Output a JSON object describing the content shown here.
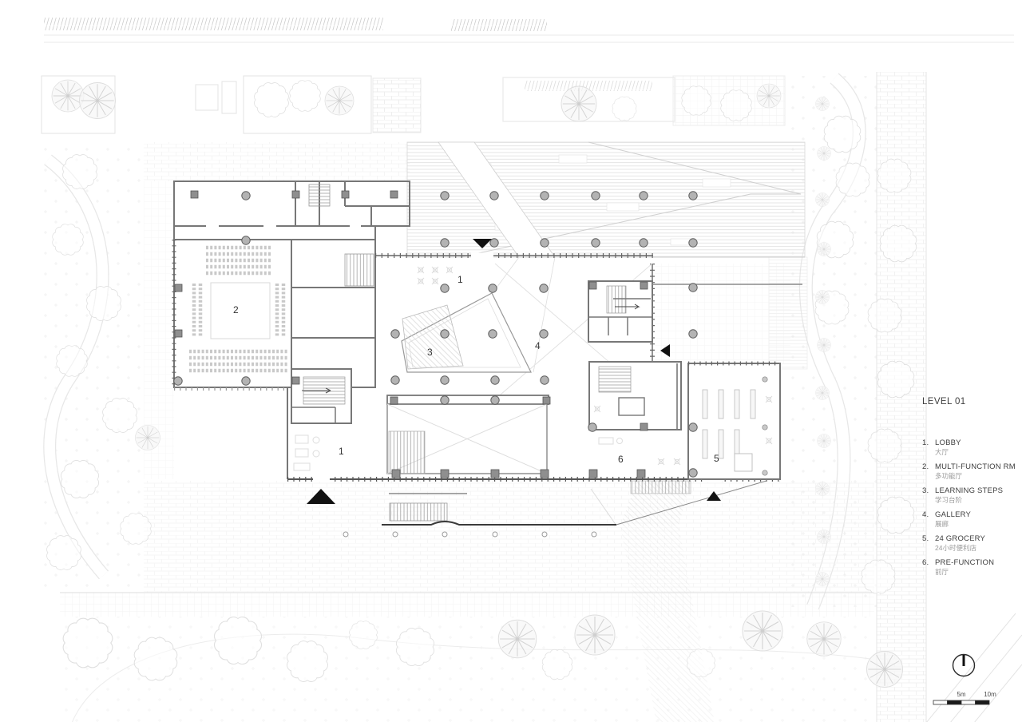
{
  "title": "LEVEL 01",
  "legend": {
    "items": [
      {
        "num": "1.",
        "en": "LOBBY",
        "zh": "大厅"
      },
      {
        "num": "2.",
        "en": "MULTI-FUNCTION RM",
        "zh": "多功能厅"
      },
      {
        "num": "3.",
        "en": "LEARNING STEPS",
        "zh": "学习台阶"
      },
      {
        "num": "4.",
        "en": "GALLERY",
        "zh": "展廊"
      },
      {
        "num": "5.",
        "en": "24 GROCERY",
        "zh": "24小时便利店"
      },
      {
        "num": "6.",
        "en": "PRE-FUNCTION",
        "zh": "前厅"
      }
    ]
  },
  "plan": {
    "labels": {
      "lobby_north": "1",
      "multi_function": "2",
      "learning_steps": "3",
      "gallery": "4",
      "grocery": "5",
      "pre_function": "6",
      "lobby_south": "1"
    }
  },
  "scale_bar": {
    "five": "5m",
    "ten": "10m"
  },
  "colors": {
    "ink": "#1a1a1a",
    "wall": "#777777",
    "site_line": "#e5e5e5"
  }
}
